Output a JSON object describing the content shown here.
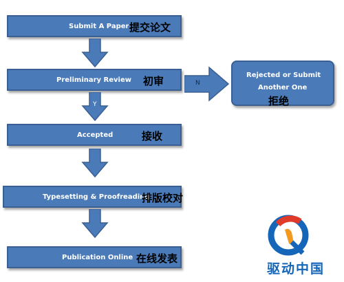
{
  "steps": {
    "submit": {
      "en": "Submit A Paper",
      "zh": "提交论文"
    },
    "review": {
      "en": "Preliminary Review",
      "zh": "初审"
    },
    "accepted": {
      "en": "Accepted",
      "zh": "接收"
    },
    "typesetting": {
      "en": "Typesetting & Proofreading",
      "zh": "排版校对"
    },
    "publication": {
      "en": "Publication Online",
      "zh": "在线发表"
    },
    "rejected": {
      "en_line1": "Rejected or Submit",
      "en_line2": "Another One",
      "zh": "拒绝"
    }
  },
  "edges": {
    "no_label": "N",
    "yes_label": "Y"
  },
  "logo": {
    "text": "驱动中国",
    "colors": {
      "blue": "#1565b8",
      "red": "#e03a2a",
      "orange": "#f29a1f"
    }
  },
  "colors": {
    "box_fill": "#4a7ab8",
    "box_border": "#3a5f92",
    "arrow_fill": "#4a7ab8"
  }
}
